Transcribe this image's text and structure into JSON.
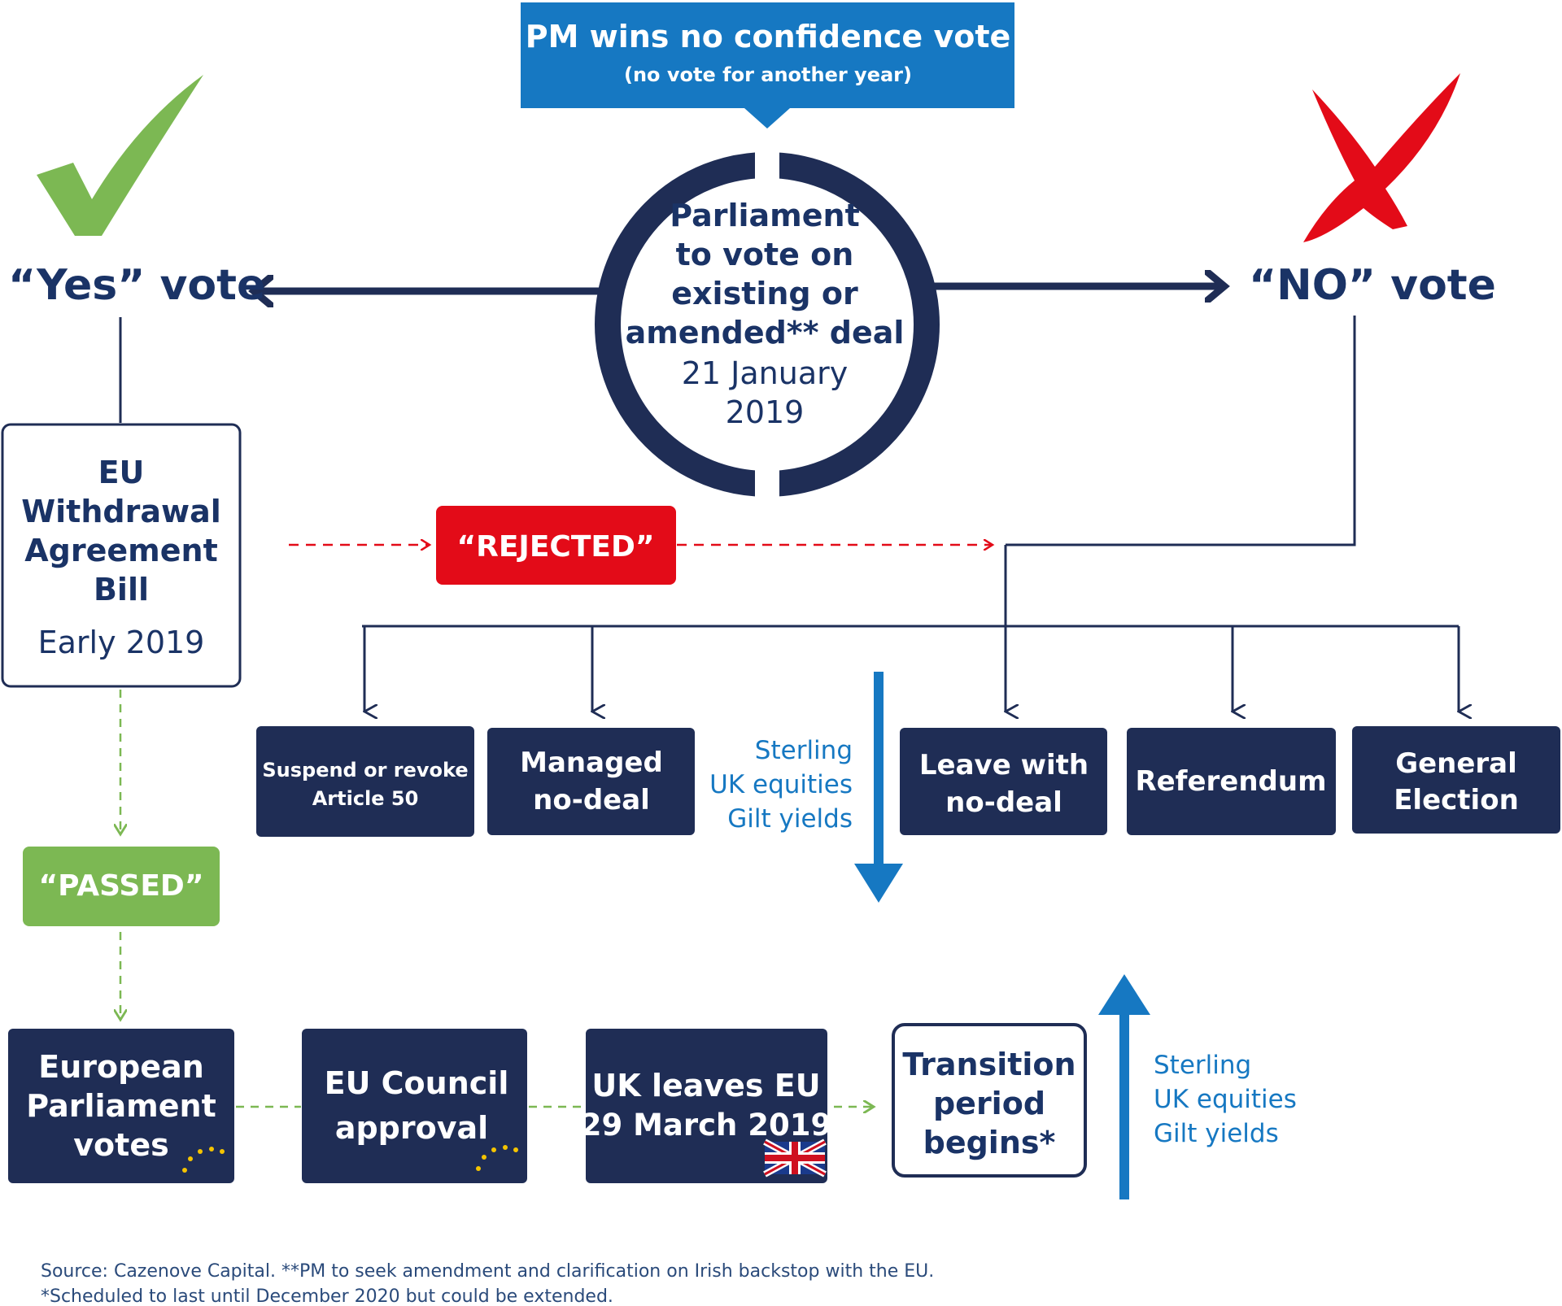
{
  "colors": {
    "navy": "#1f2d55",
    "navy_text": "#1a3366",
    "blue": "#1678c2",
    "green": "#7cb853",
    "red": "#e30b18",
    "white": "#ffffff"
  },
  "top_banner": {
    "title": "PM wins no confidence vote",
    "subtitle": "(no vote for another year)"
  },
  "center_circle": {
    "lines": [
      "Parliament",
      "to vote on",
      "existing or",
      "amended** deal"
    ],
    "date_line1": "21 January",
    "date_line2": "2019"
  },
  "yes_vote": {
    "label": "“Yes” vote",
    "icon": "check-icon"
  },
  "no_vote": {
    "label": "“NO” vote",
    "icon": "cross-icon"
  },
  "withdrawal_box": {
    "lines": [
      "EU",
      "Withdrawal",
      "Agreement",
      "Bill"
    ],
    "date": "Early 2019"
  },
  "rejected_badge": "“REJECTED”",
  "passed_badge": "“PASSED”",
  "options": [
    {
      "lines": [
        "Suspend or revoke",
        "Article 50"
      ]
    },
    {
      "lines": [
        "Managed",
        "no-deal"
      ]
    },
    {
      "lines": [
        "Leave with",
        "no-deal"
      ]
    },
    {
      "lines": [
        "Referendum"
      ]
    },
    {
      "lines": [
        "General",
        "Election"
      ]
    }
  ],
  "market_down": {
    "lines": [
      "Sterling",
      "UK equities",
      "Gilt yields"
    ],
    "direction": "down"
  },
  "market_up": {
    "lines": [
      "Sterling",
      "UK equities",
      "Gilt yields"
    ],
    "direction": "up"
  },
  "bottom_steps": [
    {
      "lines": [
        "European",
        "Parliament",
        "votes"
      ],
      "icon": "eu-stars-icon"
    },
    {
      "lines": [
        "EU Council",
        "approval"
      ],
      "icon": "eu-stars-icon"
    },
    {
      "lines": [
        "UK leaves EU",
        "29 March 2019"
      ],
      "icon": "uk-flag-icon"
    },
    {
      "lines": [
        "Transition",
        "period",
        "begins*"
      ]
    }
  ],
  "footnotes": [
    "Source: Cazenove Capital. **PM to seek amendment and clarification on Irish backstop with the EU.",
    "*Scheduled to last until December 2020 but could be extended."
  ]
}
